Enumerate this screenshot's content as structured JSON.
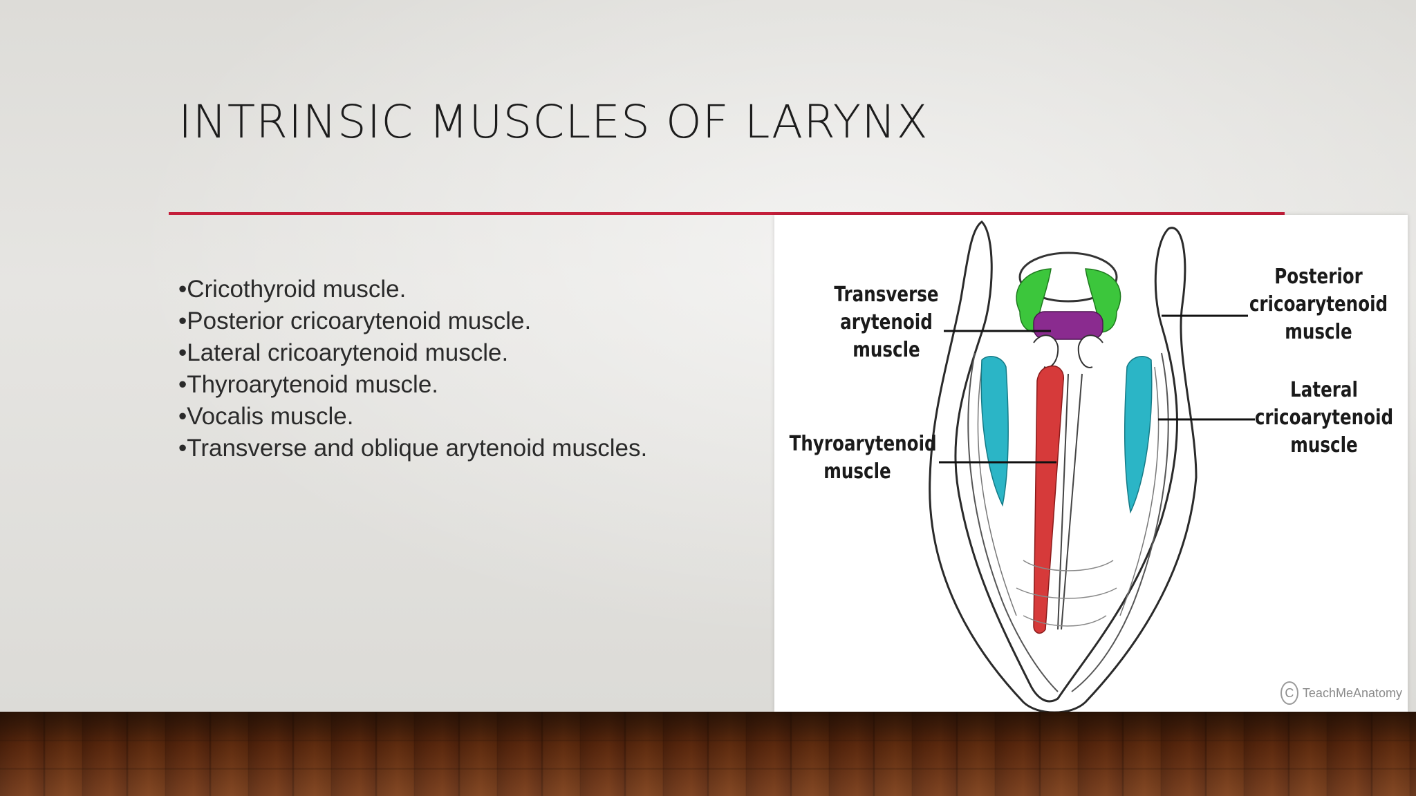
{
  "slide": {
    "title": "INTRINSIC MUSCLES OF LARYNX",
    "accent_color": "#c41e3a",
    "bullets": [
      "•Cricothyroid muscle.",
      "•Posterior cricoarytenoid muscle.",
      "•Lateral cricoarytenoid muscle.",
      "•Thyroarytenoid muscle.",
      "•Vocalis muscle.",
      "•Transverse and oblique arytenoid muscles."
    ]
  },
  "figure": {
    "labels": {
      "transverse": [
        "Transverse",
        "arytenoid",
        "muscle"
      ],
      "posterior": [
        "Posterior",
        "cricoarytenoid",
        "muscle"
      ],
      "lateral": [
        "Lateral",
        "cricoarytenoid",
        "muscle"
      ],
      "thyro": [
        "Thyroarytenoid",
        "muscle"
      ]
    },
    "credit": "TeachMeAnatomy",
    "colors": {
      "posterior_cricoarytenoid": "#3cc63c",
      "transverse_arytenoid": "#8a2b8f",
      "lateral_cricoarytenoid": "#2bb5c6",
      "thyroarytenoid": "#d63a3a"
    }
  }
}
